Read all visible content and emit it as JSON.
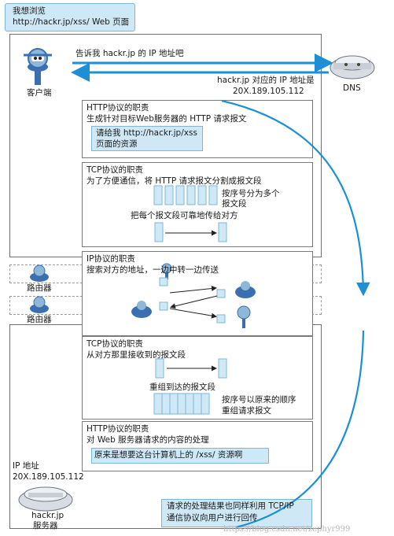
{
  "client": {
    "speech_line1": "我想浏览",
    "speech_line2": "http://hackr.jp/xss/ Web 页面",
    "label": "客户端",
    "ask_dns": "告诉我 hackr.jp 的 IP 地址吧",
    "dns_reply_line1": "hackr.jp 对应的 IP 地址是",
    "dns_reply_line2": "20X.189.105.112",
    "dns_label": "DNS"
  },
  "http_client": {
    "title": "HTTP协议的职责",
    "desc": "生成针对目标Web服务器的 HTTP 请求报文",
    "request_line1": "请给我 http://hackr.jp/xss",
    "request_line2": "页面的资源"
  },
  "tcp_client": {
    "title": "TCP协议的职责",
    "desc": "为了方便通信，将 HTTP 请求报文分割成报文段",
    "seq_line1": "按序号分为多个",
    "seq_line2": "报文段",
    "reliable": "把每个报文段可靠地传给对方"
  },
  "ip": {
    "title": "IP协议的职责",
    "desc": "搜索对方的地址，一边中转一边传送",
    "router1": "路由器",
    "router2": "路由器"
  },
  "tcp_server": {
    "title": "TCP协议的职责",
    "desc": "从对方那里接收到的报文段",
    "reassembled": "重组到达的报文段",
    "reorder_line1": "按序号以原来的顺序",
    "reorder_line2": "重组请求报文"
  },
  "http_server": {
    "title": "HTTP协议的职责",
    "desc": "对 Web 服务器请求的内容的处理",
    "result": "原来是想要这台计算机上的 /xss/ 资源啊"
  },
  "server": {
    "ip_label": "IP 地址",
    "ip_value": "20X.189.105.112",
    "name_line1": "hackr.jp",
    "name_line2": "服务器",
    "note_line1": "请求的处理结果也同样利用 TCP/IP",
    "note_line2": "通信协议向用户进行回传"
  },
  "watermark": "https://blog.csdn.net/zephyr999",
  "colors": {
    "arrow_blue": "#1e8fd6",
    "light_blue": "#cfe8f6",
    "frame": "#6f6f6f"
  }
}
